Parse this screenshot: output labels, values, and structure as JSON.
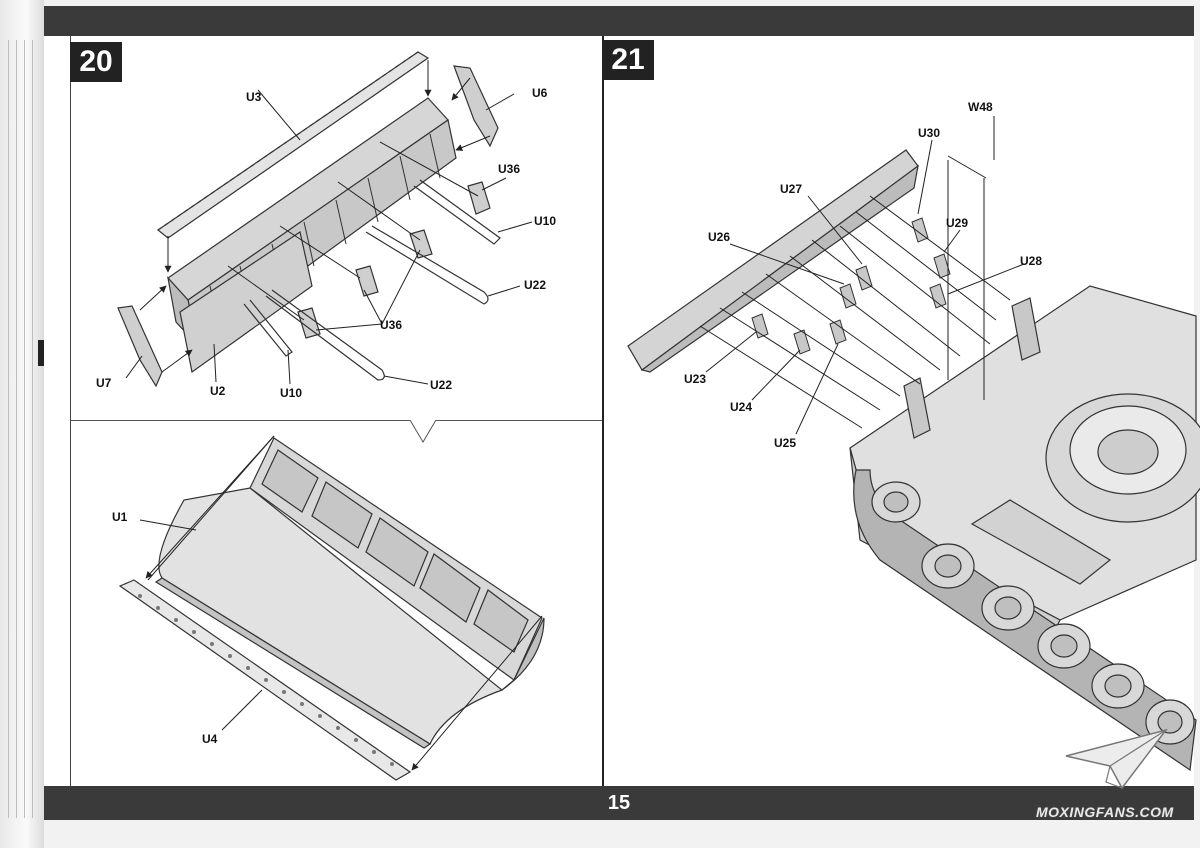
{
  "page": {
    "page_number": "15",
    "watermark": "MOXINGFANS.COM"
  },
  "steps": {
    "step20": {
      "number": "20",
      "labels": {
        "U3": "U3",
        "U6": "U6",
        "U36a": "U36",
        "U10a": "U10",
        "U22a": "U22",
        "U36b": "U36",
        "U22b": "U22",
        "U7": "U7",
        "U2": "U2",
        "U10b": "U10",
        "U1": "U1",
        "U4": "U4"
      }
    },
    "step21": {
      "number": "21",
      "labels": {
        "W48": "W48",
        "U30": "U30",
        "U27": "U27",
        "U29": "U29",
        "U26": "U26",
        "U28": "U28",
        "U23": "U23",
        "U24": "U24",
        "U25": "U25"
      }
    }
  },
  "colors": {
    "bar": "#3a3a3a",
    "part_fill": "#dcdcdc",
    "line": "#333333"
  }
}
